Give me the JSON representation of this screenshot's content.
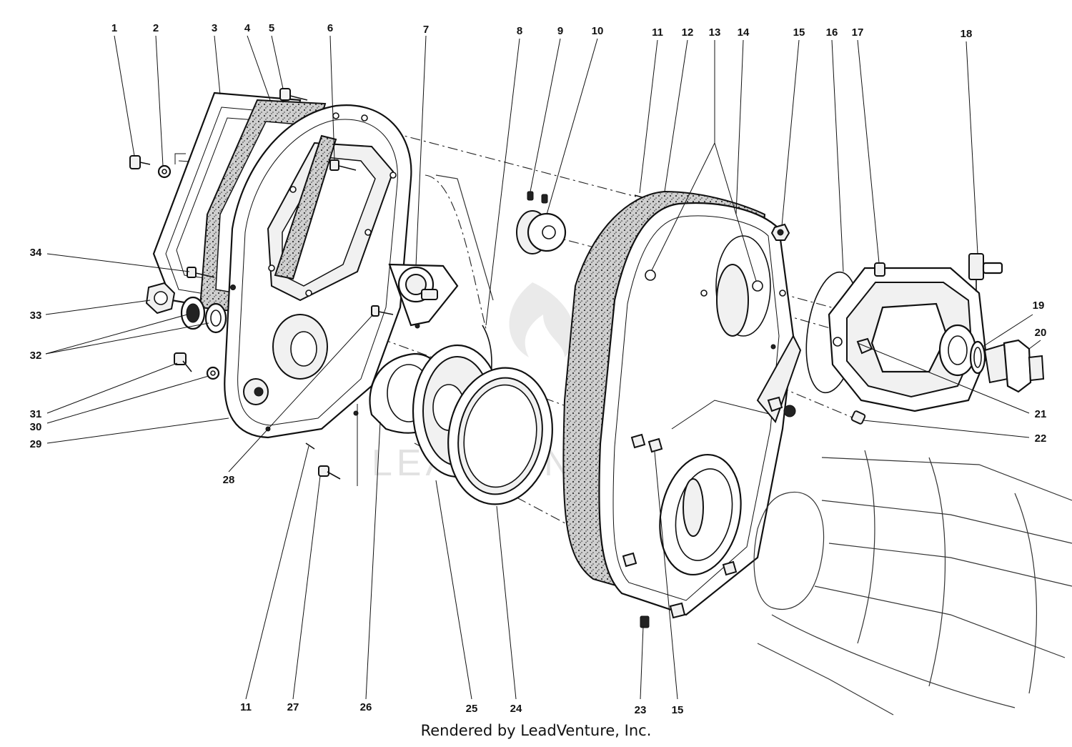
{
  "footer": {
    "text": "Rendered by LeadVenture, Inc."
  },
  "watermark": {
    "text": "LEADVENTURE"
  },
  "callouts": {
    "c1": "1",
    "c2": "2",
    "c3": "3",
    "c4": "4",
    "c5": "5",
    "c6": "6",
    "c7": "7",
    "c8": "8",
    "c9": "9",
    "c10": "10",
    "c11a": "11",
    "c12": "12",
    "c13": "13",
    "c14": "14",
    "c15a": "15",
    "c16": "16",
    "c17": "17",
    "c18": "18",
    "c19": "19",
    "c20": "20",
    "c21": "21",
    "c22": "22",
    "c34": "34",
    "c33": "33",
    "c32": "32",
    "c31": "31",
    "c30": "30",
    "c29": "29",
    "c28": "28",
    "c11b": "11",
    "c27": "27",
    "c26": "26",
    "c25": "25",
    "c24": "24",
    "c23": "23",
    "c15b": "15"
  }
}
